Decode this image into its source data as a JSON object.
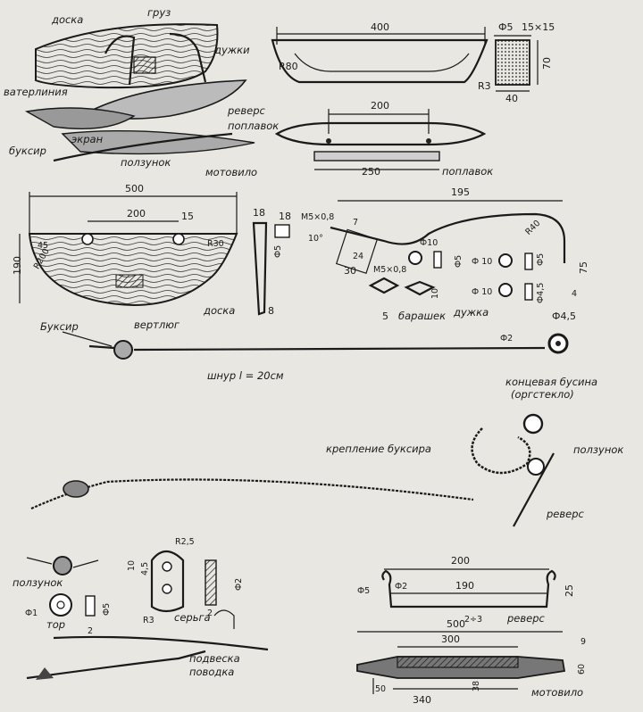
{
  "labels": {
    "doska_top": "доска",
    "gruz": "груз",
    "duzhki": "дужки",
    "baterliniya": "ватерлиния",
    "revers_top": "реверс",
    "poplavok_top": "поплавок",
    "ekran": "экран",
    "buksir_top": "буксир",
    "polzunok_top": "ползунок",
    "motovilo_top": "мотовило",
    "poplavok_side": "поплавок",
    "doska_mid": "доска",
    "barashek": "барашек",
    "duzhka": "дужка",
    "buksir_mid": "Буксир",
    "vertlyug": "вертлюг",
    "shnur": "шнур l = 20см",
    "koncevaya_line1": "концевая бусина",
    "koncevaya_line2": "(оргстекло)",
    "kreplenie": "крепление буксира",
    "polzunok_right": "ползунок",
    "revers_right": "реверс",
    "polzunok_low": "ползунок",
    "tor": "тор",
    "serga": "серьга",
    "podveska_line1": "подвеска",
    "podveska_line2": "поводка",
    "revers_bottom": "реверс",
    "motovilo_bottom": "мотовило"
  },
  "dims": {
    "poplavok_len": "400",
    "r80": "R80",
    "d5": "Ф5",
    "s15x15": "15×15",
    "h70": "70",
    "r3": "R3",
    "w40": "40",
    "holes_200": "200",
    "bottom_250": "250",
    "doska_500": "500",
    "doska_200": "200",
    "doska_15": "15",
    "doska_45": "45",
    "doska_190": "190",
    "r30": "R30",
    "r200": "R200",
    "bracket_18a": "18",
    "bracket_18b": "18",
    "bracket_d5": "Ф5",
    "bracket_8": "8",
    "m5x08": "M5×0,8",
    "angle_10": "10°",
    "d7": "7",
    "d24": "24",
    "d30": "30",
    "wire_195": "195",
    "r40": "R40",
    "d10_a": "Ф10",
    "d5_a": "Ф5",
    "d10_b": "Ф 10",
    "d5_b": "Ф5",
    "d75": "75",
    "d10_c": "Ф 10",
    "d45": "Ф4,5",
    "d4": "4",
    "d10_wing": "10",
    "m5x08_b": "M5×0,8",
    "d5_wing": "5",
    "d45_end": "Ф4,5",
    "shnur_d2": "Ф2",
    "r25": "R2,5",
    "s10": "10",
    "s45": "4,5",
    "sr3": "R3",
    "s2": "2",
    "sd2": "Ф2",
    "tor_d1": "Ф1",
    "tor_d5": "Ф5",
    "tor_2": "2",
    "rev_200": "200",
    "rev_d5": "Ф5",
    "rev_d2": "Ф2",
    "rev_190": "190",
    "rev_25": "25",
    "rev_2_3": "2÷3",
    "mot_500": "500",
    "mot_300": "300",
    "mot_9": "9",
    "mot_60": "60",
    "mot_50": "50",
    "mot_340": "340",
    "mot_38": "38"
  }
}
